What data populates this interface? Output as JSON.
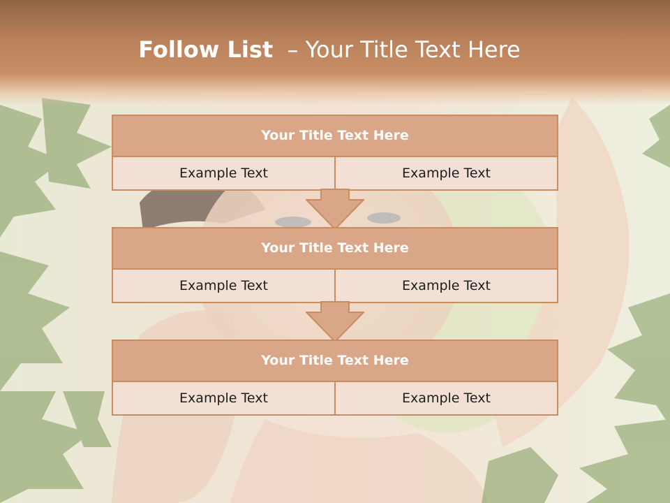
{
  "slide": {
    "title_bold": "Follow List",
    "title_rest": "– Your Title Text Here"
  },
  "blocks": [
    {
      "title": "Your Title Text Here",
      "left": "Example Text",
      "right": "Example Text"
    },
    {
      "title": "Your Title Text Here",
      "left": "Example Text",
      "right": "Example Text"
    },
    {
      "title": "Your Title Text Here",
      "left": "Example Text",
      "right": "Example Text"
    }
  ],
  "colors": {
    "header": "#c98f66",
    "block_title": "#d9a687",
    "cell": "#f2e0d6",
    "border": "#c98c5f",
    "leaves": "#7f9a5c"
  }
}
